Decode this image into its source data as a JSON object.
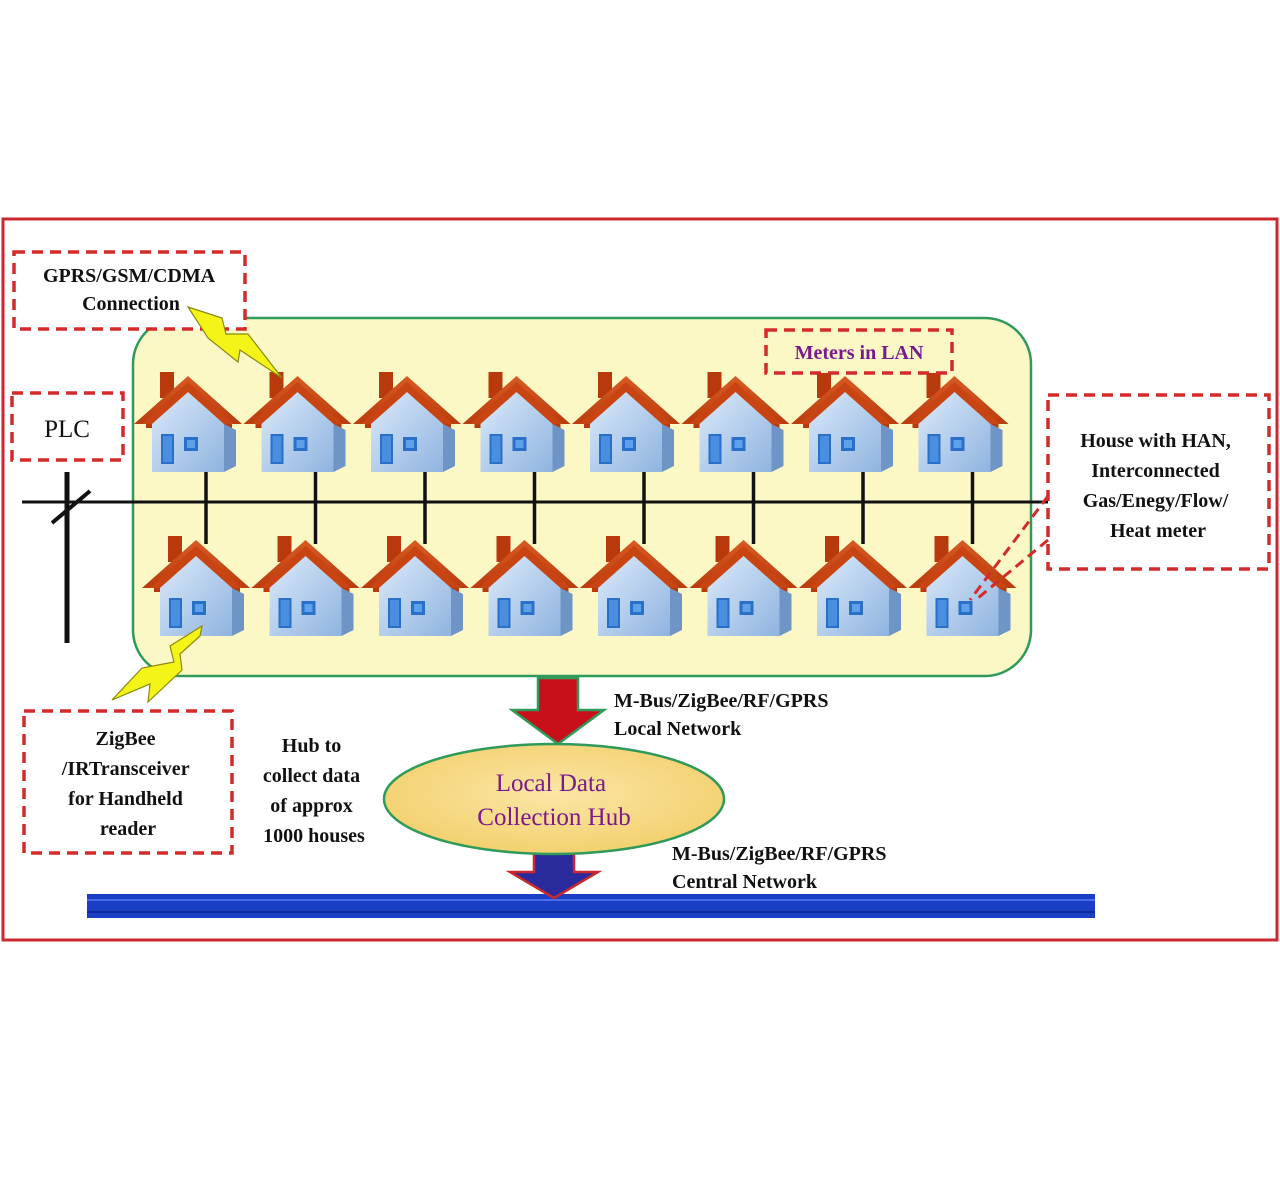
{
  "labels": {
    "gprs": [
      "GPRS/GSM/CDMA",
      "Connection"
    ],
    "plc": "PLC",
    "meters_lan": "Meters in LAN",
    "house_han": [
      "House with HAN,",
      "Interconnected",
      "Gas/Enegy/Flow/",
      "Heat meter"
    ],
    "zigbee": [
      "ZigBee",
      "/IRTransceiver",
      "for Handheld",
      "reader"
    ],
    "hub_note": [
      "Hub to",
      "collect data",
      "of approx",
      "1000 houses"
    ],
    "hub": [
      "Local Data",
      "Collection Hub"
    ],
    "local_network": [
      "M-Bus/ZigBee/RF/GPRS",
      "Local Network"
    ],
    "central_network": [
      "M-Bus/ZigBee/RF/GPRS",
      "Central Network"
    ]
  },
  "houses": {
    "top_row_count": 8,
    "bottom_row_count": 8
  },
  "colors": {
    "frame": "#c8282e",
    "lan_fill": "#fcf8c6",
    "lan_border": "#2f9a5a",
    "roof": "#c84412",
    "wall": "#b8d4f2",
    "hub_fill": "#f7dc8c",
    "arrow_red": "#c8101a",
    "arrow_blue": "#2a2a9c",
    "bus_line": "#1a3fc4",
    "lightning": "#f4f418"
  }
}
